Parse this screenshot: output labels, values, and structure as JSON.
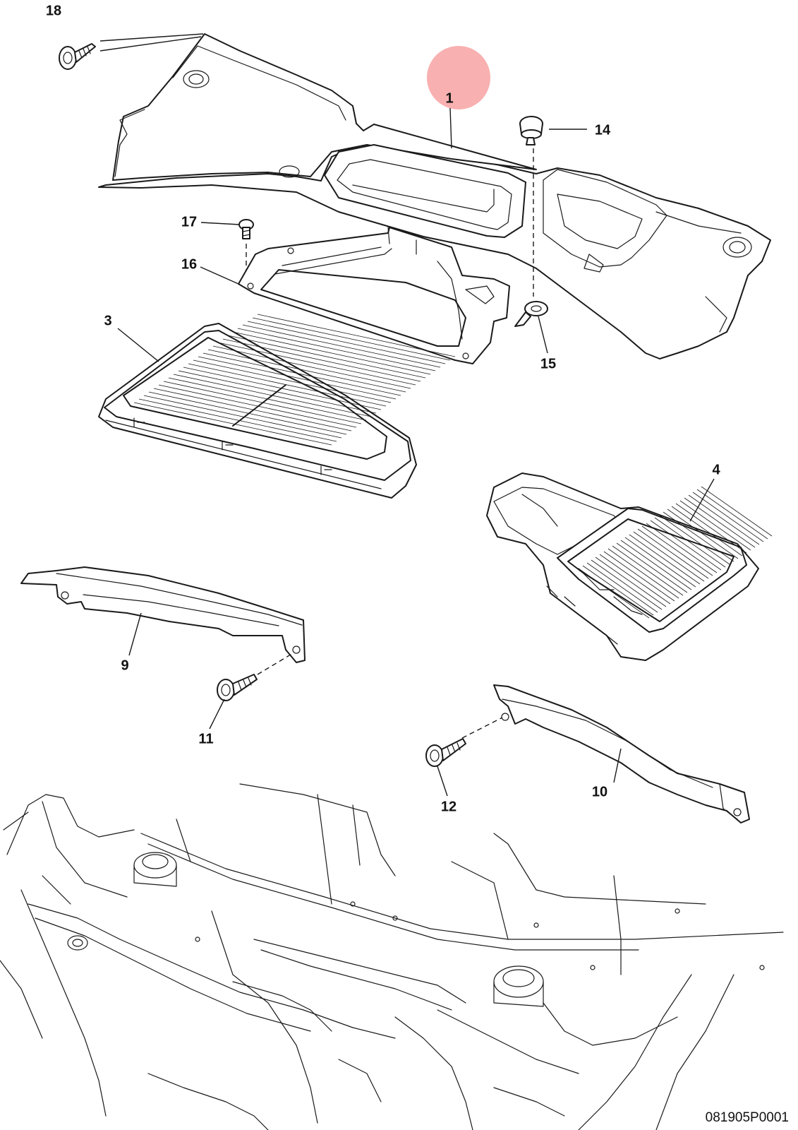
{
  "diagram": {
    "drawing_code": "081905P0001",
    "highlight_color": "#f7a7a7",
    "callouts": {
      "c1": "1",
      "c3": "3",
      "c4": "4",
      "c9": "9",
      "c10": "10",
      "c11": "11",
      "c12": "12",
      "c14": "14",
      "c15": "15",
      "c16": "16",
      "c17": "17",
      "c18": "18"
    },
    "highlighted_part": "1"
  }
}
